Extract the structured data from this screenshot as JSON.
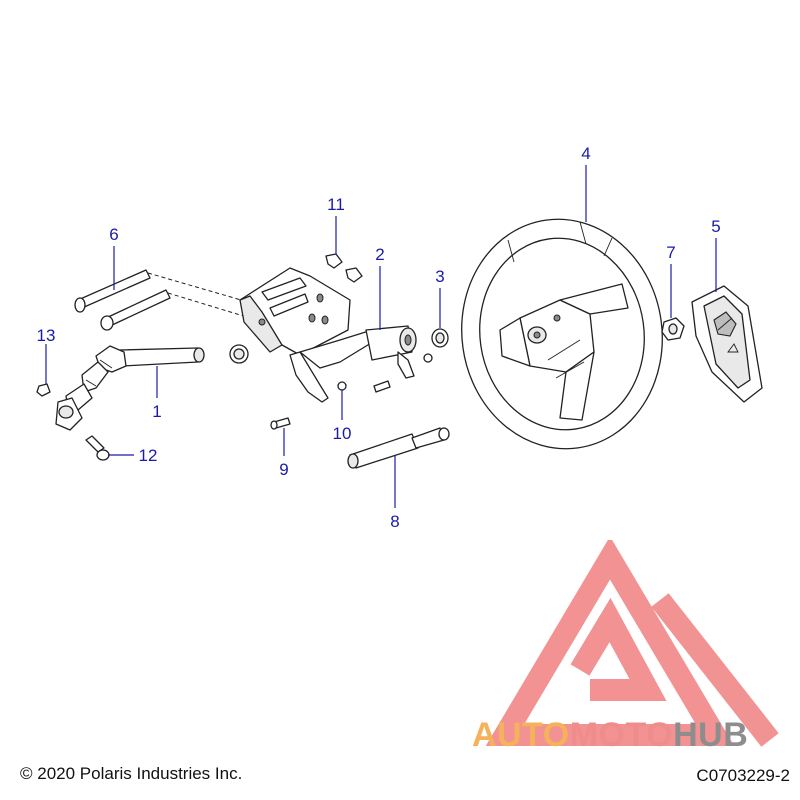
{
  "callouts": [
    "1",
    "2",
    "3",
    "4",
    "5",
    "6",
    "7",
    "8",
    "9",
    "10",
    "11",
    "12",
    "13"
  ],
  "footer": {
    "copyright": "© 2020 Polaris Industries Inc.",
    "code": "C0703229-2"
  },
  "watermark": {
    "word1": "AUTO",
    "word2": "MOTO",
    "word3": "HUB",
    "colors": {
      "triangle": "#f08080",
      "auto": "#f4b25a",
      "moto": "#ef8c8c",
      "hub": "#8d8d8d"
    }
  },
  "colors": {
    "callout": "#1a1aa8",
    "line": "#222222"
  }
}
